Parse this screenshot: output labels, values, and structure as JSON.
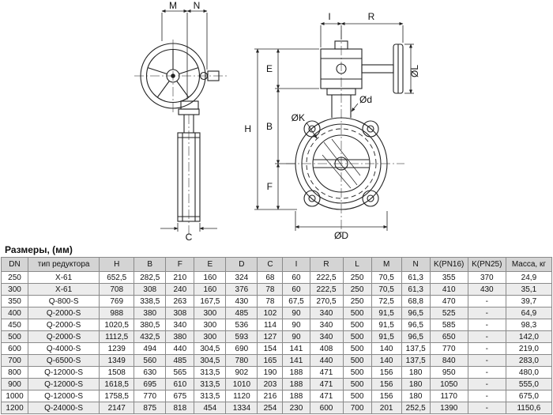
{
  "drawing": {
    "dims": {
      "M": "M",
      "N": "N",
      "C": "C",
      "H": "H",
      "B": "B",
      "E": "E",
      "F": "F",
      "I": "I",
      "R": "R",
      "L": "ØL",
      "K": "ØK",
      "D": "ØD",
      "d": "Ød"
    }
  },
  "table": {
    "title": "Размеры, (мм)",
    "columns": [
      "DN",
      "тип редуктора",
      "H",
      "B",
      "F",
      "E",
      "D",
      "C",
      "I",
      "R",
      "L",
      "M",
      "N",
      "K(PN16)",
      "K(PN25)",
      "Масса, кг"
    ],
    "rows": [
      [
        "250",
        "X-61",
        "652,5",
        "282,5",
        "210",
        "160",
        "324",
        "68",
        "60",
        "222,5",
        "250",
        "70,5",
        "61,3",
        "355",
        "370",
        "24,9"
      ],
      [
        "300",
        "X-61",
        "708",
        "308",
        "240",
        "160",
        "376",
        "78",
        "60",
        "222,5",
        "250",
        "70,5",
        "61,3",
        "410",
        "430",
        "35,1"
      ],
      [
        "350",
        "Q-800-S",
        "769",
        "338,5",
        "263",
        "167,5",
        "430",
        "78",
        "67,5",
        "270,5",
        "250",
        "72,5",
        "68,8",
        "470",
        "-",
        "39,7"
      ],
      [
        "400",
        "Q-2000-S",
        "988",
        "380",
        "308",
        "300",
        "485",
        "102",
        "90",
        "340",
        "500",
        "91,5",
        "96,5",
        "525",
        "-",
        "64,9"
      ],
      [
        "450",
        "Q-2000-S",
        "1020,5",
        "380,5",
        "340",
        "300",
        "536",
        "114",
        "90",
        "340",
        "500",
        "91,5",
        "96,5",
        "585",
        "-",
        "98,3"
      ],
      [
        "500",
        "Q-2000-S",
        "1112,5",
        "432,5",
        "380",
        "300",
        "593",
        "127",
        "90",
        "340",
        "500",
        "91,5",
        "96,5",
        "650",
        "-",
        "142,0"
      ],
      [
        "600",
        "Q-4000-S",
        "1239",
        "494",
        "440",
        "304,5",
        "690",
        "154",
        "141",
        "408",
        "500",
        "140",
        "137,5",
        "770",
        "-",
        "219,0"
      ],
      [
        "700",
        "Q-6500-S",
        "1349",
        "560",
        "485",
        "304,5",
        "780",
        "165",
        "141",
        "440",
        "500",
        "140",
        "137,5",
        "840",
        "-",
        "283,0"
      ],
      [
        "800",
        "Q-12000-S",
        "1508",
        "630",
        "565",
        "313,5",
        "902",
        "190",
        "188",
        "471",
        "500",
        "156",
        "180",
        "950",
        "-",
        "480,0"
      ],
      [
        "900",
        "Q-12000-S",
        "1618,5",
        "695",
        "610",
        "313,5",
        "1010",
        "203",
        "188",
        "471",
        "500",
        "156",
        "180",
        "1050",
        "-",
        "555,0"
      ],
      [
        "1000",
        "Q-12000-S",
        "1758,5",
        "770",
        "675",
        "313,5",
        "1120",
        "216",
        "188",
        "471",
        "500",
        "156",
        "180",
        "1170",
        "-",
        "675,0"
      ],
      [
        "1200",
        "Q-24000-S",
        "2147",
        "875",
        "818",
        "454",
        "1334",
        "254",
        "230",
        "600",
        "700",
        "201",
        "252,5",
        "1390",
        "-",
        "1150,6"
      ]
    ]
  }
}
